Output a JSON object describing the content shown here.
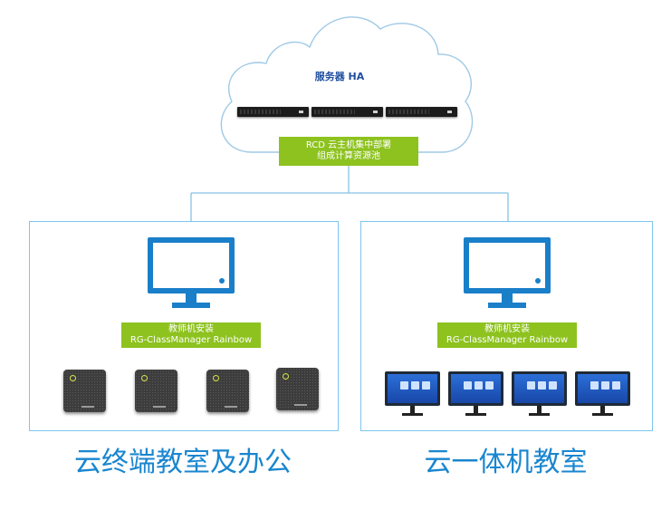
{
  "cloud": {
    "title": "服务器 HA",
    "pool_label_line1": "RCD 云主机集中部署",
    "pool_label_line2": "组成计算资源池"
  },
  "left_panel": {
    "label_line1": "教师机安装",
    "label_line2": "RG-ClassManager Rainbow",
    "caption": "云终端教室及办公",
    "device_icon": "cloud-terminal-icon",
    "device_count": 4
  },
  "right_panel": {
    "label_line1": "教师机安装",
    "label_line2": "RG-ClassManager Rainbow",
    "caption": "云一体机教室",
    "device_icon": "all-in-one-pc-icon",
    "device_count": 4
  },
  "colors": {
    "accent_green": "#8dc21f",
    "panel_border": "#7cc6ee",
    "caption_blue": "#1a86cf",
    "monitor_blue": "#1a7fc9",
    "connector_line": "#86c2e6"
  },
  "icons": [
    "cloud-icon",
    "server-icon",
    "monitor-icon",
    "cloud-terminal-icon",
    "all-in-one-pc-icon"
  ]
}
